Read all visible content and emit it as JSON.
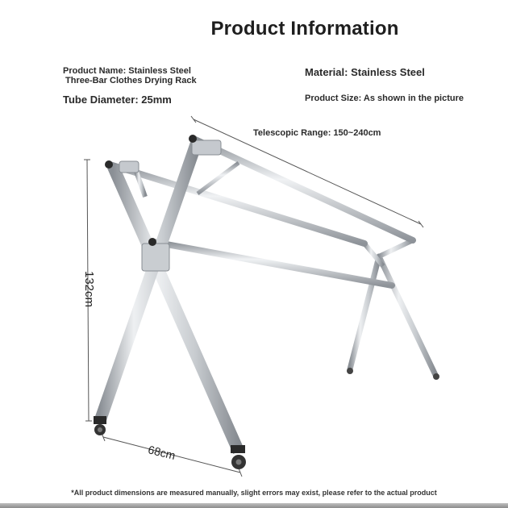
{
  "header": {
    "title": "Product Information"
  },
  "specs": {
    "product_name_line1": "Product Name: Stainless Steel",
    "product_name_line2": "Three-Bar Clothes Drying Rack",
    "material": "Material: Stainless Steel",
    "tube_diameter": "Tube Diameter: 25mm",
    "product_size": "Product Size: As shown in the picture",
    "telescopic_range": "Telescopic Range: 150~240cm"
  },
  "dimensions": {
    "height": "132cm",
    "width": "68cm"
  },
  "footer": {
    "note": "*All product dimensions are measured manually, slight errors may exist, please refer to the actual product"
  },
  "colors": {
    "steel_light": "#e4e6e9",
    "steel_mid": "#b5b9be",
    "steel_dark": "#8b9096",
    "wheel": "#2a2a2a"
  }
}
